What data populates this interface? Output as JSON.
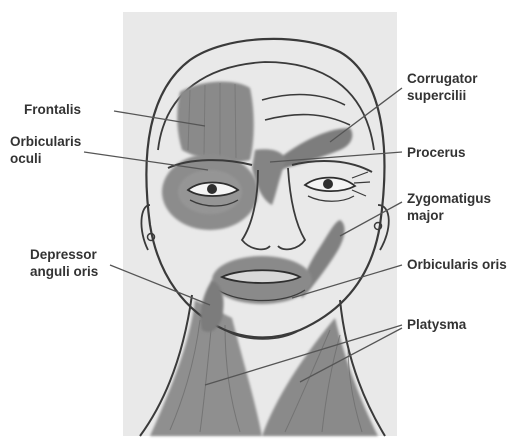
{
  "colors": {
    "background": "#ffffff",
    "panel": "#e9e9e9",
    "muscle": "#8a8a8a",
    "muscle_dark": "#6e6e6e",
    "outline": "#3a3a3a",
    "label_text": "#333333",
    "leader_line": "#555555"
  },
  "labels": {
    "frontalis": "Frontalis",
    "orbicularis_oculi_1": "Orbicularis",
    "orbicularis_oculi_2": "oculi",
    "depressor_1": "Depressor",
    "depressor_2": "anguli oris",
    "corrugator_1": "Corrugator",
    "corrugator_2": "supercilii",
    "procerus": "Procerus",
    "zygomaticus_1": "Zygomatigus",
    "zygomaticus_2": "major",
    "orbicularis_oris": "Orbicularis oris",
    "platysma": "Platysma"
  }
}
